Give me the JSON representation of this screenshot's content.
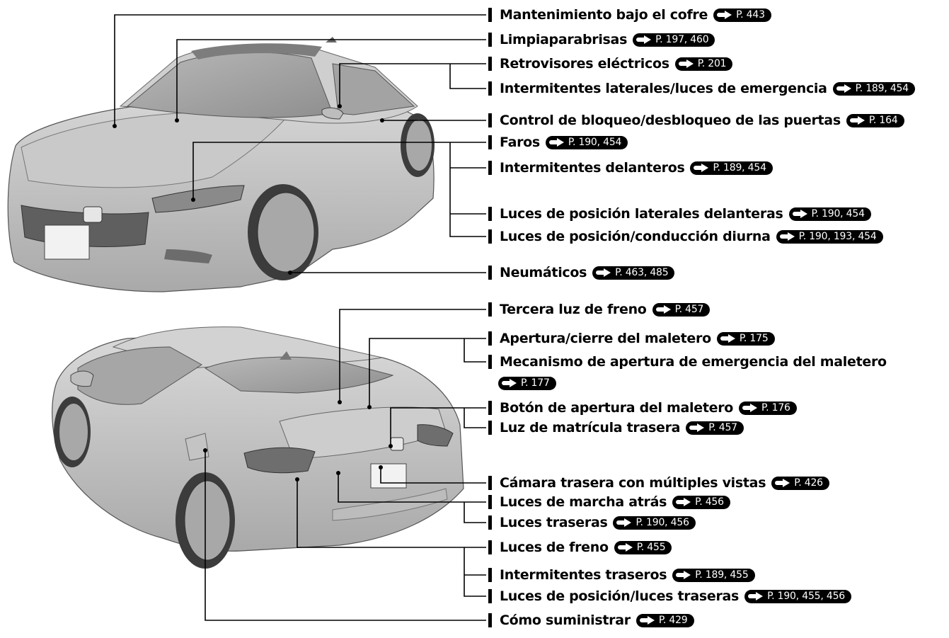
{
  "labels": [
    {
      "text": "Mantenimiento bajo el cofre",
      "ref": "P. 443"
    },
    {
      "text": "Limpiaparabrisas",
      "ref": "P. 197, 460"
    },
    {
      "text": "Retrovisores eléctricos",
      "ref": "P. 201"
    },
    {
      "text": "Intermitentes laterales/luces de emergencia",
      "ref": "P. 189, 454"
    },
    {
      "text": "Control de bloqueo/desbloqueo de las puertas",
      "ref": "P. 164"
    },
    {
      "text": "Faros",
      "ref": "P. 190, 454"
    },
    {
      "text": "Intermitentes delanteros",
      "ref": "P. 189, 454"
    },
    {
      "text": "Luces de posición laterales delanteras",
      "ref": "P. 190, 454"
    },
    {
      "text": "Luces de posición/conducción diurna",
      "ref": "P. 190, 193, 454"
    },
    {
      "text": "Neumáticos",
      "ref": "P. 463, 485"
    },
    {
      "text": "Tercera luz de freno",
      "ref": "P. 457"
    },
    {
      "text": "Apertura/cierre del maletero",
      "ref": "P. 175"
    },
    {
      "text": "Mecanismo de apertura de emergencia del maletero",
      "ref": ""
    },
    {
      "text": "",
      "ref": "P. 177"
    },
    {
      "text": "Botón de apertura del maletero",
      "ref": "P. 176"
    },
    {
      "text": "Luz de matrícula trasera",
      "ref": "P. 457"
    },
    {
      "text": "Cámara trasera con múltiples vistas",
      "ref": "P. 426"
    },
    {
      "text": "Luces de marcha atrás",
      "ref": "P. 456"
    },
    {
      "text": "Luces traseras",
      "ref": "P. 190, 456"
    },
    {
      "text": "Luces de freno",
      "ref": "P. 455"
    },
    {
      "text": "Intermitentes traseros",
      "ref": "P. 189, 455"
    },
    {
      "text": "Luces de posición/luces traseras",
      "ref": "P. 190, 455, 456"
    },
    {
      "text": "Cómo suministrar",
      "ref": "P. 429"
    }
  ]
}
